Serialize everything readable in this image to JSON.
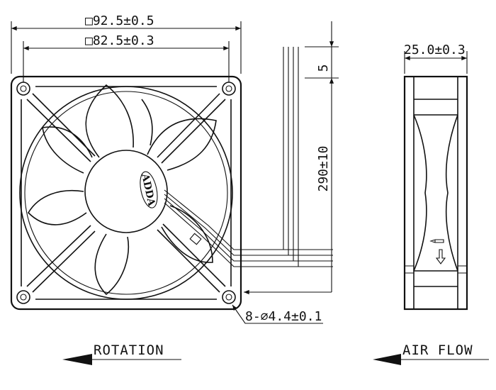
{
  "dimensions": {
    "overall_width": "□92.5±0.5",
    "hole_spacing": "□82.5±0.3",
    "lead_spacing": "5",
    "lead_length": "290±10",
    "depth": "25.0±0.3",
    "mounting_holes": "8-⌀4.4±0.1"
  },
  "logo": {
    "text": "ADDA"
  },
  "labels": {
    "rotation": "ROTATION",
    "air_flow": "AIR FLOW"
  }
}
